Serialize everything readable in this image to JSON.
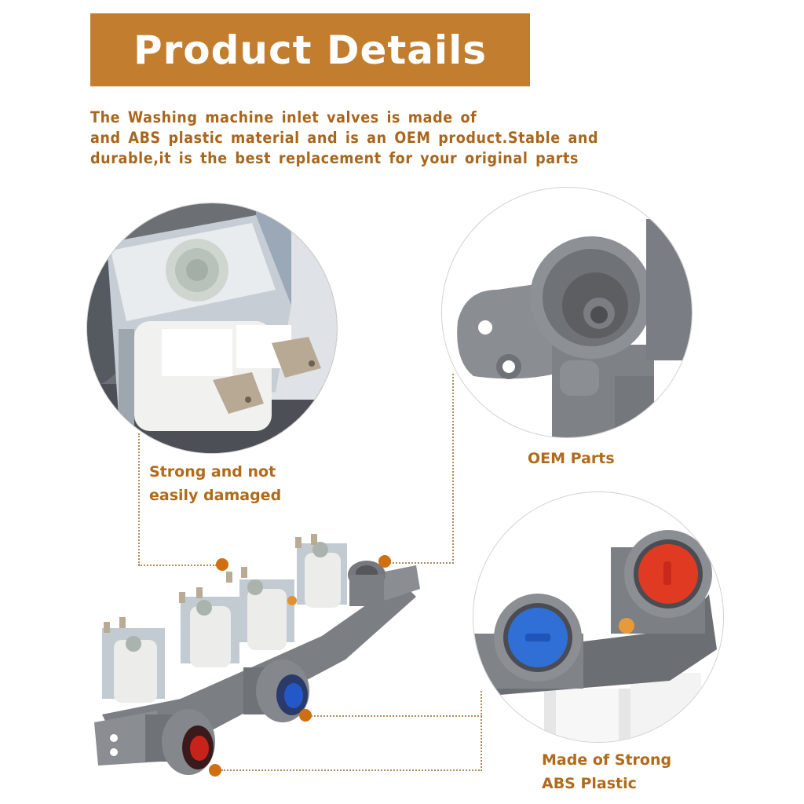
{
  "banner": {
    "title": "Product Details",
    "background_color": "#c27d2e",
    "text_color": "#ffffff"
  },
  "description": {
    "lines": [
      "The Washing machine inlet valves is made of",
      "and ABS plastic material and is an OEM product.Stable and",
      "durable,it is the best replacement for your original parts"
    ],
    "text_color": "#a8661c"
  },
  "callouts": [
    {
      "id": "solenoid",
      "lines": [
        "Strong and not",
        "easily damaged"
      ],
      "image": "solenoid-coil-closeup"
    },
    {
      "id": "outlet",
      "lines": [
        "OEM Parts"
      ],
      "image": "threaded-outlet-connector-closeup"
    },
    {
      "id": "inlets",
      "lines": [
        "Made of Strong",
        "ABS Plastic"
      ],
      "image": "hot-cold-inlet-filters-closeup"
    }
  ],
  "main_image": {
    "subject": "washing-machine-inlet-valve-assembly",
    "valve_count": 4,
    "inlet_colors": {
      "hot": "#d8261c",
      "cold": "#1f5fd0"
    }
  },
  "accent_colors": {
    "label_text": "#b06a1a",
    "connector_dot": "#cf6f10",
    "connector_line": "#b08a5a"
  }
}
